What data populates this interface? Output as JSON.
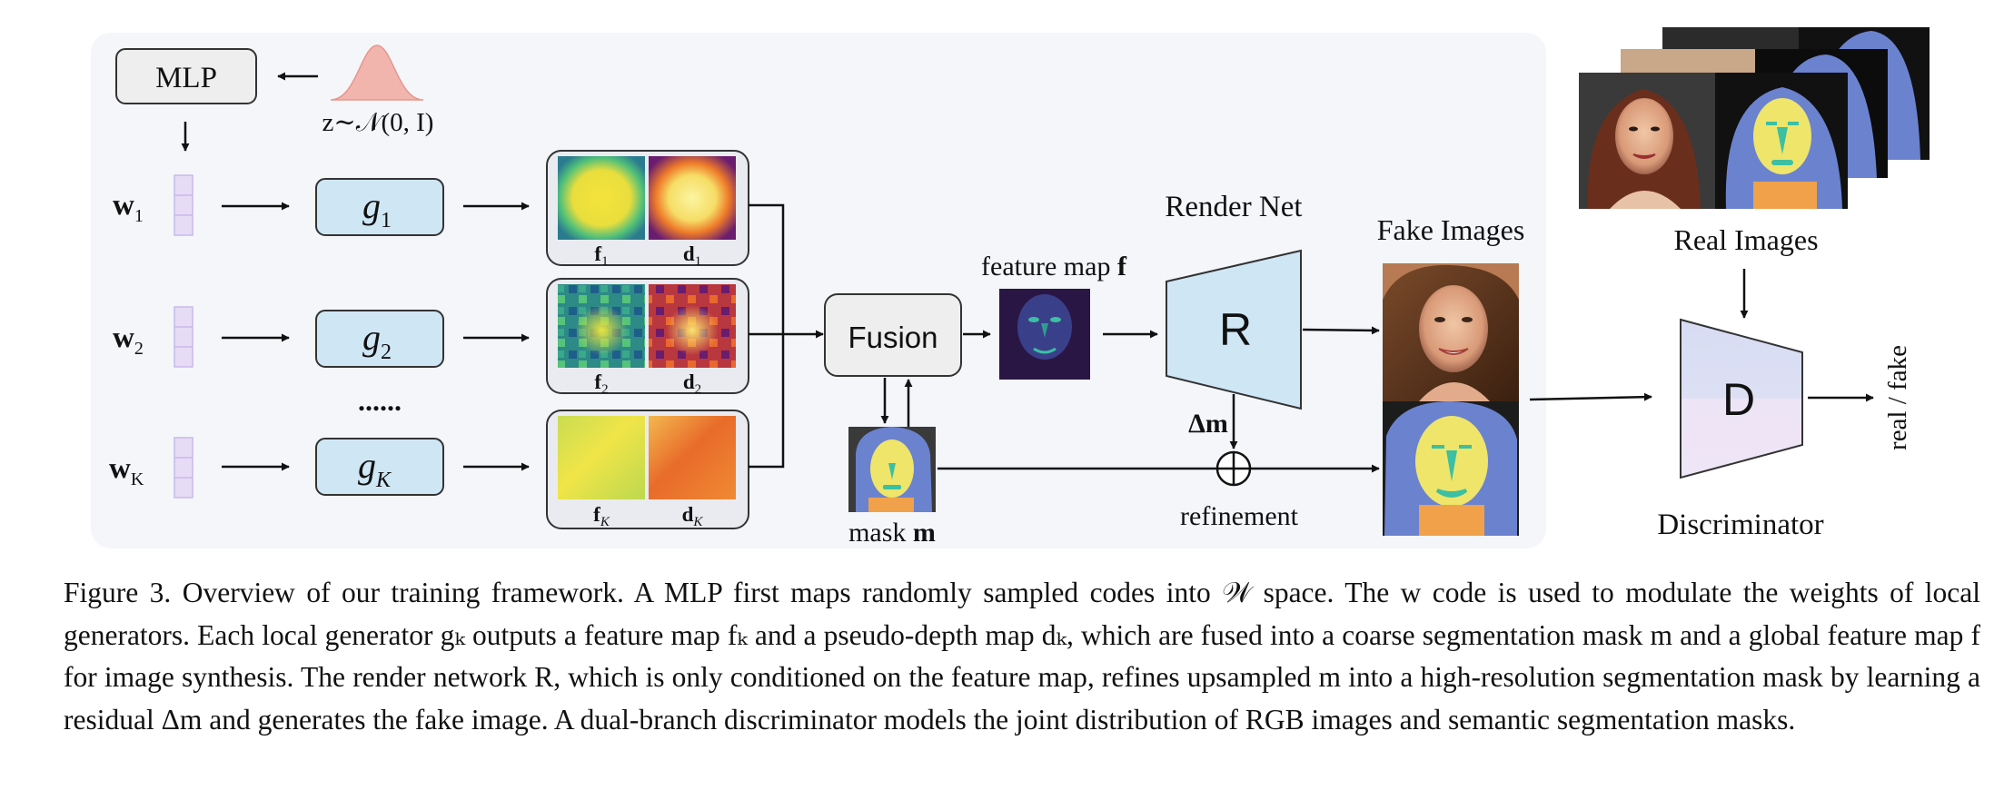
{
  "diagram": {
    "mlp": "MLP",
    "noise_label": "z∼𝒩(0, I)",
    "latent_labels": [
      {
        "base": "w",
        "sub": "1"
      },
      {
        "base": "w",
        "sub": "2"
      },
      {
        "base": "w",
        "sub": "K"
      }
    ],
    "generator_labels": [
      {
        "base": "g",
        "sub": "1"
      },
      {
        "base": "g",
        "sub": "2"
      },
      {
        "base": "g",
        "sub": "K"
      }
    ],
    "ellipsis": "......",
    "map_labels": [
      {
        "f": {
          "base": "f",
          "sub": "1"
        },
        "d": {
          "base": "d",
          "sub": "1"
        }
      },
      {
        "f": {
          "base": "f",
          "sub": "2"
        },
        "d": {
          "base": "d",
          "sub": "2"
        }
      },
      {
        "f": {
          "base": "f",
          "sub": "K"
        },
        "d": {
          "base": "d",
          "sub": "K"
        }
      }
    ],
    "fusion": "Fusion",
    "feature_map_label": "feature map",
    "feature_map_symbol": "f",
    "mask_label": "mask",
    "mask_symbol": "m",
    "render_net": "Render Net",
    "render_letter": "R",
    "delta_m": "Δm",
    "refinement": "refinement",
    "fake_images": "Fake Images",
    "real_images": "Real Images",
    "discriminator_letter": "D",
    "discriminator": "Discriminator",
    "output": "real / fake",
    "colors": {
      "panel_bg": "#f4f6fa",
      "generator_fill": "#cfe6f5",
      "render_fill": "#cfe6f5",
      "disc_top": "#d9def3",
      "disc_bottom": "#ebe3f5",
      "latent_fill": "#e6dcf5",
      "noise_fill": "#f1b5ad",
      "seg_blue": "#6b82cf",
      "seg_yellow": "#eee56a",
      "seg_teal": "#3cbfa3",
      "seg_orange": "#f0a14a"
    }
  },
  "caption": {
    "figure_label": "Figure 3.",
    "text": "Overview of our training framework. A MLP first maps randomly sampled codes into 𝒲 space. The w code is used to modulate the weights of local generators. Each local generator gₖ outputs a feature map fₖ and a pseudo-depth map dₖ, which are fused into a coarse segmentation mask m and a global feature map f for image synthesis. The render network R, which is only conditioned on the feature map, refines upsampled m into a high-resolution segmentation mask by learning a residual Δm and generates the fake image. A dual-branch discriminator models the joint distribution of RGB images and semantic segmentation masks."
  }
}
